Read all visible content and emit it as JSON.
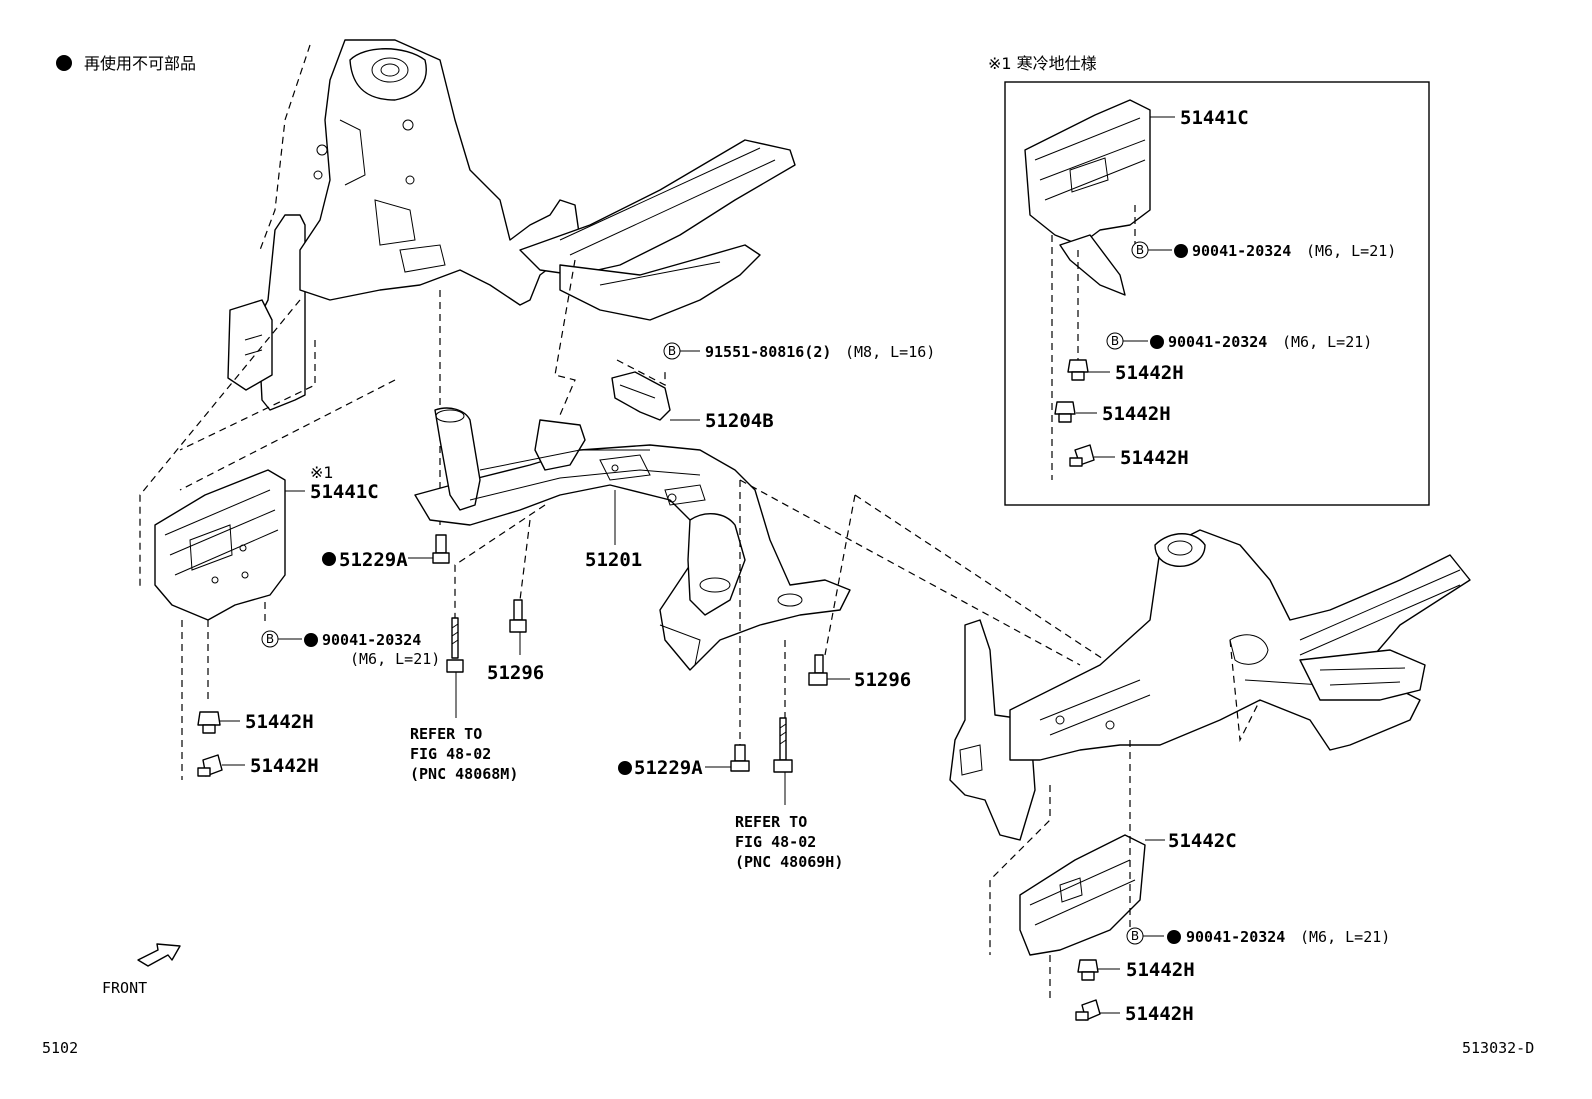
{
  "legend": {
    "symbol": "filled-circle",
    "text": "再使用不可部品"
  },
  "inset": {
    "title": "※1 寒冷地仕様"
  },
  "callouts": {
    "p51441C_inset": "51441C",
    "p90041_inset_1": "90041-20324",
    "p90041_inset_1_spec": "(M6, L=21)",
    "p90041_inset_2": "90041-20324",
    "p90041_inset_2_spec": "(M6, L=21)",
    "p51442H_inset_1": "51442H",
    "p51442H_inset_2": "51442H",
    "p51442H_inset_3": "51442H",
    "p91551": "91551-80816(2)",
    "p91551_spec": "(M8, L=16)",
    "p51204B": "51204B",
    "note_x1": "※1",
    "p51441C": "51441C",
    "p51229A_1": "51229A",
    "p51201": "51201",
    "p90041_left": "90041-20324",
    "p90041_left_spec": "(M6, L=21)",
    "p51296_1": "51296",
    "p51296_2": "51296",
    "p51442H_left_1": "51442H",
    "p51442H_left_2": "51442H",
    "p51229A_2": "51229A",
    "p51442C": "51442C",
    "p90041_right": "90041-20324",
    "p90041_right_spec": "(M6, L=21)",
    "p51442H_right_1": "51442H",
    "p51442H_right_2": "51442H",
    "b_marker": "B"
  },
  "refer_1": {
    "line1": "REFER TO",
    "line2": "FIG 48-02",
    "line3": "(PNC 48068M)"
  },
  "refer_2": {
    "line1": "REFER TO",
    "line2": "FIG 48-02",
    "line3": "(PNC 48069H)"
  },
  "front_label": "FRONT",
  "footer": {
    "left": "5102",
    "right": "513032-D"
  },
  "colors": {
    "line": "#000000",
    "background": "#ffffff"
  }
}
